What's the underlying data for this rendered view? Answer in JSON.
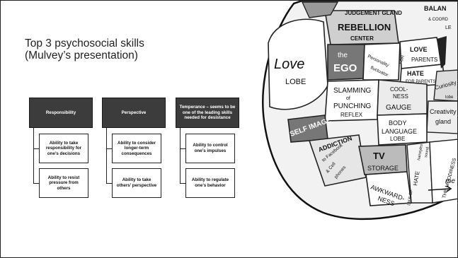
{
  "slide": {
    "title_line1": "Top 3 psychosocial skills",
    "title_line2": "(Mulvey’s presentation)"
  },
  "skills": [
    {
      "header": "Responsibility",
      "items": [
        "Ability to take responsibility for one’s decisions",
        "Ability to resist pressure from others"
      ]
    },
    {
      "header": "Perspective",
      "items": [
        "Ability to consider longer-term consequences",
        "Ability to take others’ perspective"
      ]
    },
    {
      "header": "Temperance – seems to be one of the leading skills needed for desistance",
      "items": [
        "Ability to control one’s impulses",
        "Ability to regulate one’s behavior"
      ]
    }
  ],
  "brain_labels": {
    "judgement": "JUDGEMENT GLAND",
    "balance": "BALAN",
    "coord": "& COORD",
    "le": "LE",
    "rebellion1": "REBELLION",
    "rebellion2": "CENTER",
    "love": "Love",
    "lobe": "LOBE",
    "the": "the",
    "ego": "EGO",
    "personality": "Personality",
    "fluctuator": "fluctuator",
    "love_parents1": "LOVE",
    "love_parents2": "PARENTS",
    "for": "FOR",
    "hate_parents1": "HATE",
    "hate_parents2": "FOR PARENTS",
    "coolness1": "COOL-",
    "coolness2": "NESS",
    "gauge": "GAUGE",
    "curiosity": "Curiosity",
    "lobe_small": "lobe",
    "slamming1": "SLAMMING",
    "slamming2": "of",
    "slamming3": "PUNCHING",
    "slamming4": "REFLEX",
    "creativity1": "Creativity",
    "creativity2": "gland",
    "self_image": "SELF IMAGE",
    "body1": "BODY",
    "body2": "LANGUAGE",
    "body3": "LOBE",
    "addiction1": "ADDICTION",
    "addiction2": "to Facebook",
    "addiction3": "& Cell",
    "addiction4": "phones",
    "tv": "TV",
    "storage": "STORAGE",
    "hate": "HATE",
    "awkwardness1": "AWKWARD-",
    "awkwardness2": "NESS",
    "like": "LIKE OF",
    "the_moodiness": "THE MOODINESS",
    "me": "me",
    "hairstyles": "hairstyles",
    "sound": "sound"
  }
}
